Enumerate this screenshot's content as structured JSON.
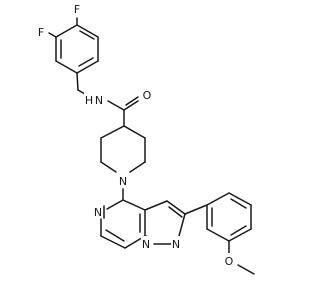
{
  "molecule": {
    "atom_color": "#1a1a1a",
    "background": "#ffffff",
    "labels": {
      "f_top": "F",
      "f_left": "F",
      "amide_nh": "N",
      "amide_h": "H",
      "carbonyl_o": "O",
      "piperidine_n": "N",
      "pyrazine_n": "N",
      "bridge_n": "N",
      "pyrazole_n": "N",
      "methoxy_o": "O"
    }
  }
}
